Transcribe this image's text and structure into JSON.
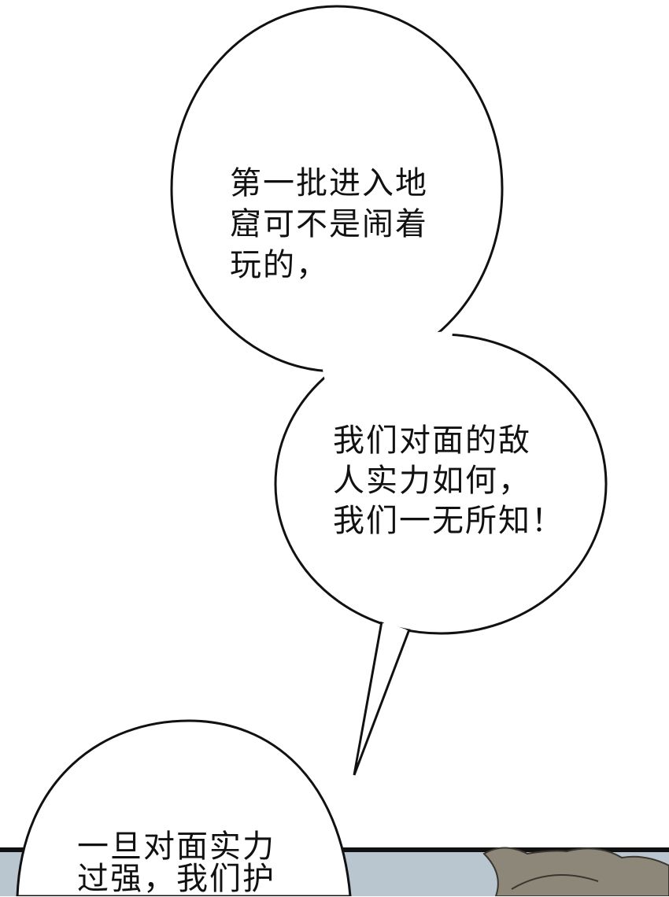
{
  "bubbles": [
    {
      "lines": [
        "第一批进入地",
        "窟可不是闹着",
        "玩的，"
      ]
    },
    {
      "lines": [
        "我们对面的敌",
        "人实力如何，",
        "我们一无所知！"
      ]
    },
    {
      "lines": [
        "一旦对面实力",
        "过强，我们护"
      ]
    }
  ],
  "colors": {
    "panel_bg": "#b9c6cf",
    "outline": "#111111",
    "hair": "#8c8778"
  }
}
